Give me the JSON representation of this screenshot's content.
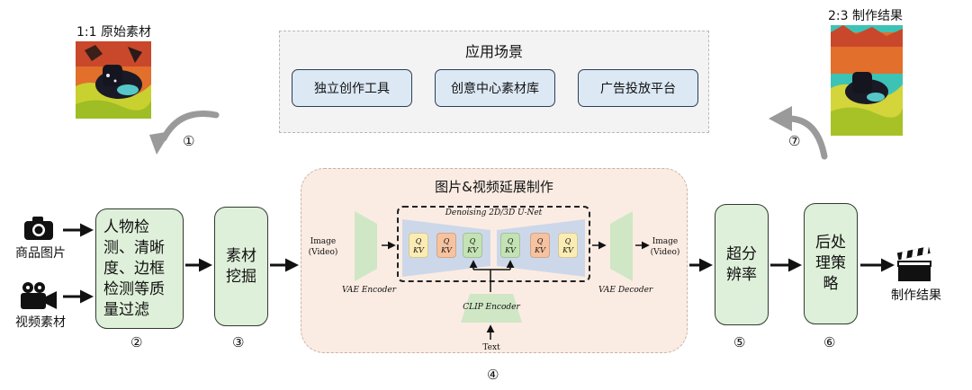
{
  "top_left": {
    "label": "1:1 原始素材",
    "step": "①"
  },
  "top_right": {
    "label": "2:3 制作结果",
    "step": "⑦"
  },
  "scenarios": {
    "title": "应用场景",
    "items": [
      "独立创作工具",
      "创意中心素材库",
      "广告投放平台"
    ]
  },
  "inputs": {
    "product_images": "商品图片",
    "video_material": "视频素材"
  },
  "steps": {
    "detect": {
      "text": "人物检测、清晰度、边框检测等质量过滤",
      "num": "②"
    },
    "mining": {
      "text": "素材挖掘",
      "num": "③"
    },
    "extend": {
      "title": "图片&视频延展制作",
      "num": "④",
      "unet_label": "Denoising 2D/3D U-Net",
      "image_in": "Image (Video)",
      "image_out": "Image (Video)",
      "vae_encoder": "VAE Encoder",
      "vae_decoder": "VAE Decoder",
      "clip_encoder": "CLIP Encoder",
      "text_input": "Text",
      "q_label": "Q",
      "kv_label": "KV"
    },
    "superres": {
      "text": "超分辨率",
      "num": "⑤"
    },
    "postproc": {
      "text": "后处理策略",
      "num": "⑥"
    }
  },
  "output_label": "制作结果",
  "icons": [
    "camera-icon",
    "video-camera-icon",
    "clapperboard-icon",
    "curved-arrow-icon"
  ]
}
